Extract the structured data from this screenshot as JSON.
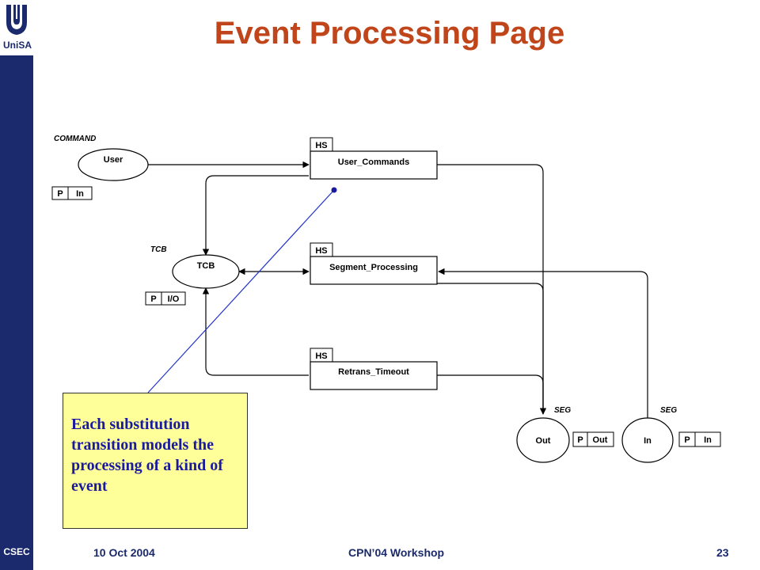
{
  "header": {
    "logo_text": "UniSA",
    "title": "Event Processing Page"
  },
  "diagram": {
    "places": [
      {
        "id": "user",
        "name": "User",
        "colour_set": "COMMAND",
        "port_kind": "P",
        "port_type": "In"
      },
      {
        "id": "tcb",
        "name": "TCB",
        "colour_set": "TCB",
        "port_kind": "P",
        "port_type": "I/O"
      },
      {
        "id": "out",
        "name": "Out",
        "colour_set": "SEG",
        "port_kind": "P",
        "port_type": "Out"
      },
      {
        "id": "in",
        "name": "In",
        "colour_set": "SEG",
        "port_kind": "P",
        "port_type": "In"
      }
    ],
    "transitions": [
      {
        "id": "user_commands",
        "name": "User_Commands",
        "tag": "HS"
      },
      {
        "id": "segment_processing",
        "name": "Segment_Processing",
        "tag": "HS"
      },
      {
        "id": "retrans_timeout",
        "name": "Retrans_Timeout",
        "tag": "HS"
      }
    ]
  },
  "callout": {
    "text": "Each substitution transition models the processing of a kind of event"
  },
  "footer": {
    "org": "CSEC",
    "date": "10 Oct 2004",
    "event": "CPN’04 Workshop",
    "page": "23"
  },
  "colors": {
    "sidebar": "#1a2a6c",
    "title": "#c0451a",
    "callout_bg": "#ffff99",
    "callout_text": "#1a1aa0",
    "pointer_line": "#2233cc"
  }
}
